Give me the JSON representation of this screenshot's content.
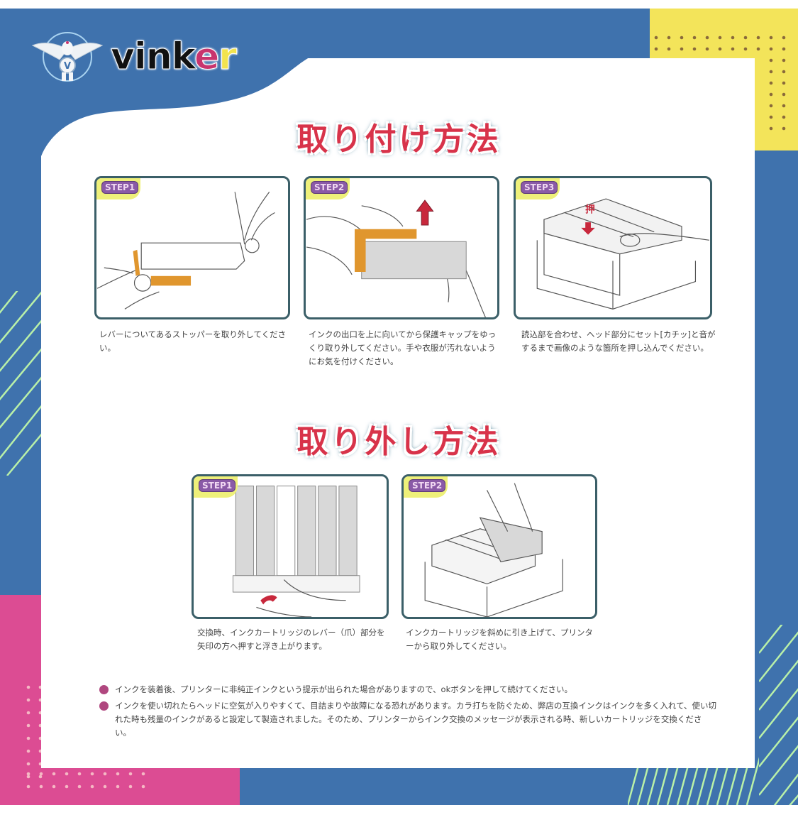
{
  "brand": {
    "name_main": "vink",
    "name_e": "e",
    "name_r": "r",
    "emblem": "winged-v-emblem-icon"
  },
  "colors": {
    "blue": "#3f72ad",
    "yellow": "#f3e45a",
    "pink": "#dc4c93",
    "title_red": "#d8334a",
    "title_outline": "#2e6a83",
    "orange_part": "#e0962e",
    "arrow_red": "#c8283c",
    "bullet": "#b0477f",
    "card_border": "#3b5f68"
  },
  "install": {
    "title": "取り付け方法",
    "steps": [
      {
        "badge": "STEP1",
        "caption": "レバーについてあるストッパーを取り外してください。"
      },
      {
        "badge": "STEP2",
        "caption": "インクの出口を上に向いてから保護キャップをゆっくり取り外してください。手や衣服が汚れないようにお気を付けください。"
      },
      {
        "badge": "STEP3",
        "press_label": "押",
        "caption": "読込部を合わせ、ヘッド部分にセット[カチッ]と音がするまで画像のような箇所を押し込んでください。"
      }
    ]
  },
  "removal": {
    "title": "取り外し方法",
    "steps": [
      {
        "badge": "STEP1",
        "caption": "交換時、インクカートリッジのレバー（爪）部分を矢印の方へ押すと浮き上がります。"
      },
      {
        "badge": "STEP2",
        "caption": "インクカートリッジを斜めに引き上げて、プリンターから取り外してください。"
      }
    ]
  },
  "notes": [
    "インクを装着後、プリンターに非純正インクという提示が出られた場合がありますので、okボタンを押して続けてください。",
    "インクを使い切れたらヘッドに空気が入りやすくて、目詰まりや故障になる恐れがあります。カラ打ちを防ぐため、弊店の互換インクはインクを多く入れて、使い切れた時も残量のインクがあると設定して製造されました。そのため、プリンターからインク交換のメッセージが表示される時、新しいカートリッジを交換ください。"
  ]
}
